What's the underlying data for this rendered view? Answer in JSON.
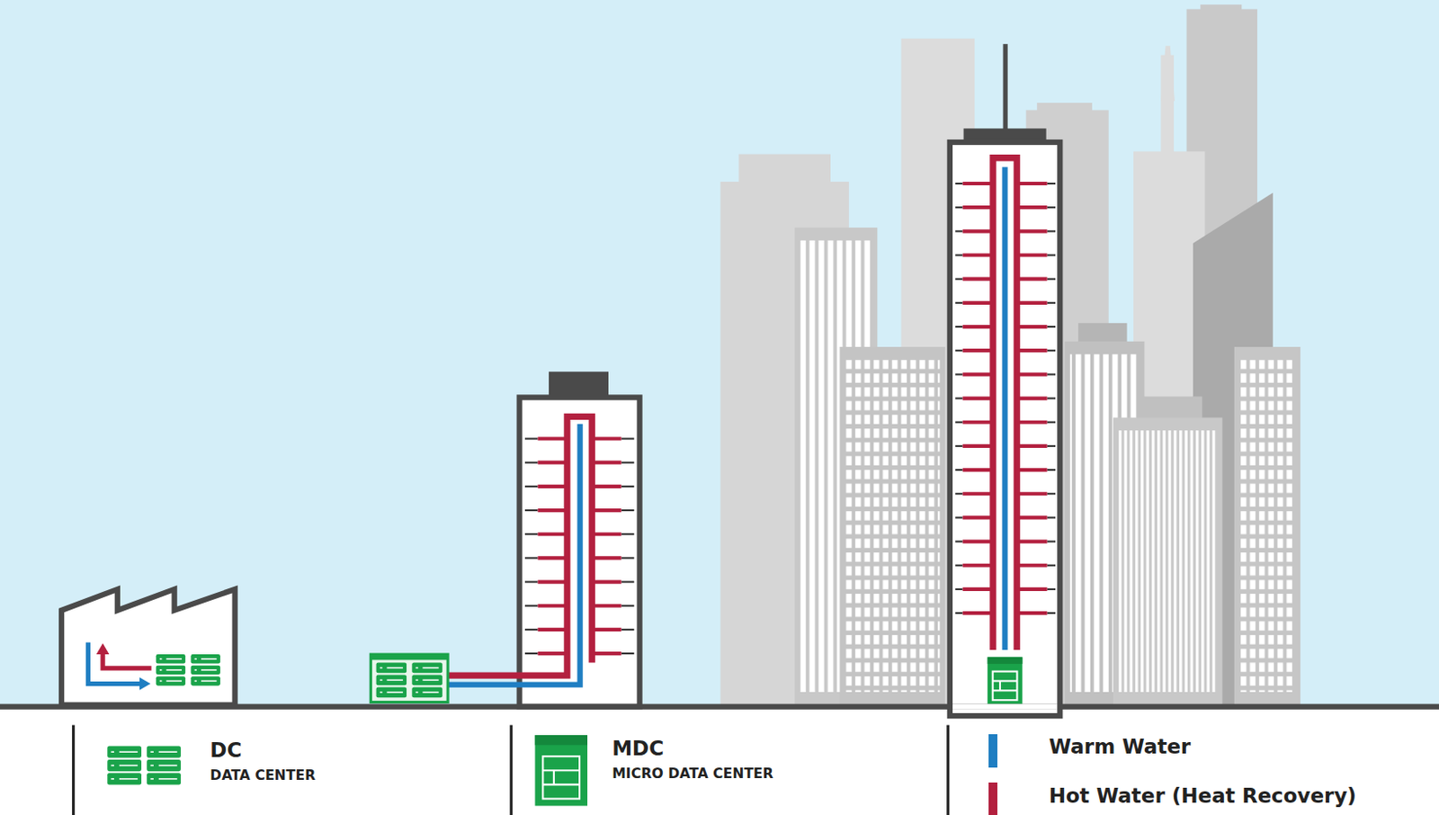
{
  "diagram": {
    "legend": [
      {
        "text": "DC"
      },
      {
        "text": "DATA CENTER"
      },
      {
        "text": "MDC"
      },
      {
        "text": "MICRO DATA CENTER"
      },
      {
        "text": "Warm Water",
        "color": "#1f7ec2"
      },
      {
        "text": "Hot Water (Heat Recovery)",
        "color": "#b3203f"
      }
    ]
  }
}
